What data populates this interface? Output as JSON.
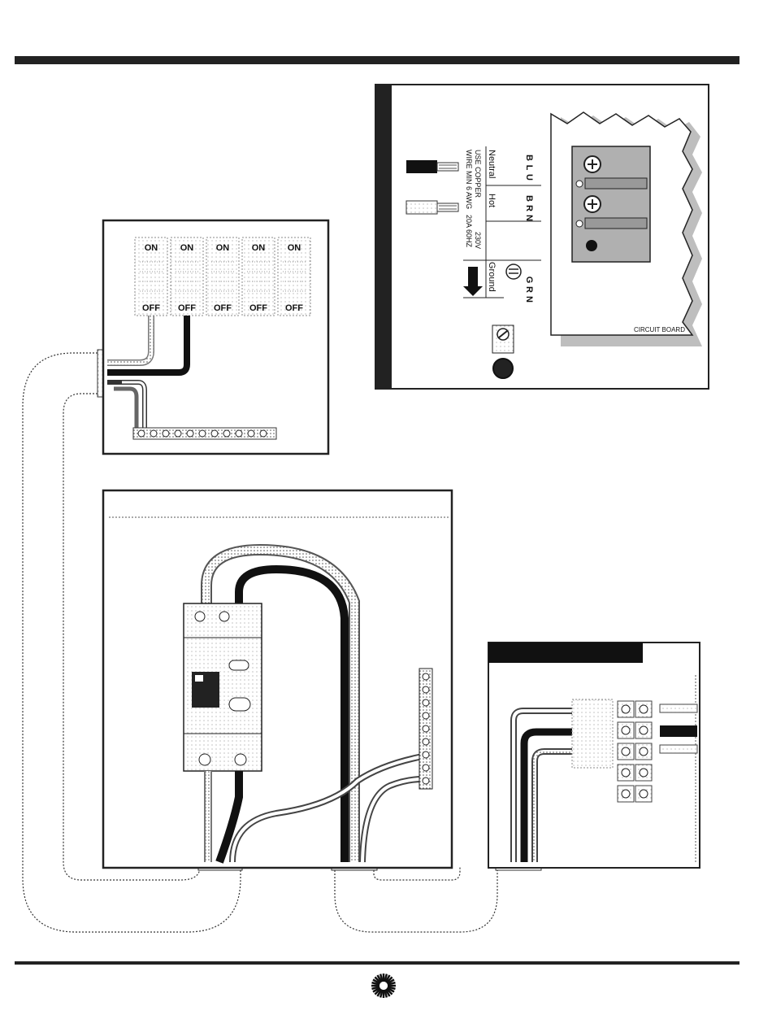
{
  "main_panel": {
    "labels": {
      "ac_title": "",
      "breaker_on": "ON",
      "breaker_off": "OFF"
    },
    "breaker_slots": [
      {
        "on": "ON",
        "off": "OFF"
      },
      {
        "on": "ON",
        "off": "OFF"
      },
      {
        "on": "ON",
        "off": "OFF"
      },
      {
        "on": "ON",
        "off": "OFF"
      },
      {
        "on": "ON",
        "off": "OFF"
      }
    ]
  },
  "terminal_detail": {
    "terminal_labels": [
      {
        "color": "BLU",
        "function": "Neutral"
      },
      {
        "color": "BRN",
        "function": "Hot"
      },
      {
        "color": "",
        "function": ""
      },
      {
        "color": "GRN",
        "function": "Ground"
      }
    ],
    "spec_line_1": "USE COPPER",
    "spec_line_2": "WIRE MIN 6 AWG",
    "rating_voltage": "230V",
    "rating_current_freq": "20A 60HZ",
    "circuit_board_label": "CIRCUIT BOARD"
  },
  "colors": {
    "ink": "#1a1a1a",
    "rule": "#222222",
    "board_gray": "#b0b0b0",
    "board_shadow": "#8a8a8a"
  }
}
